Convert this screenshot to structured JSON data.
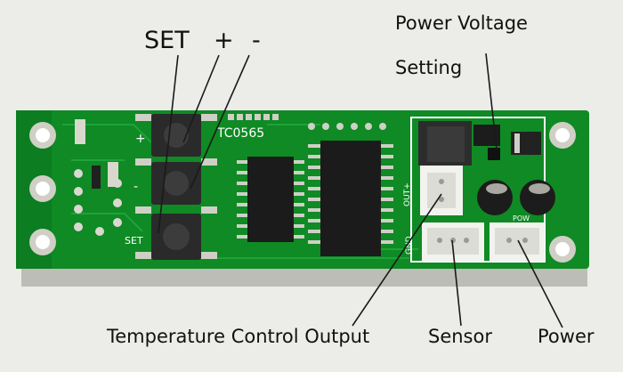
{
  "photo": {
    "subject": "green temperature controller circuit board",
    "colors": {
      "pcb": "#0f8a24",
      "pcb_dark": "#086a18",
      "connector": "#f2f2ee",
      "chip": "#1b1b1b",
      "button": "#2a2a2a",
      "pad": "#d9d9d0",
      "background": "#e9e9e6"
    }
  },
  "labels": {
    "set": "SET",
    "plus": "+",
    "minus": "-",
    "power_voltage_line1": "Power Voltage",
    "power_voltage_line2": "Setting",
    "temperature_control_output": "Temperature Control Output",
    "sensor": "Sensor",
    "power": "Power"
  },
  "board_markings": {
    "model": "TC0565",
    "set_silk": "SET",
    "plus_silk": "+",
    "minus_silk": "-",
    "out_silk": "OUT+",
    "gnd_silk": "GND",
    "pow_silk": "POW"
  }
}
